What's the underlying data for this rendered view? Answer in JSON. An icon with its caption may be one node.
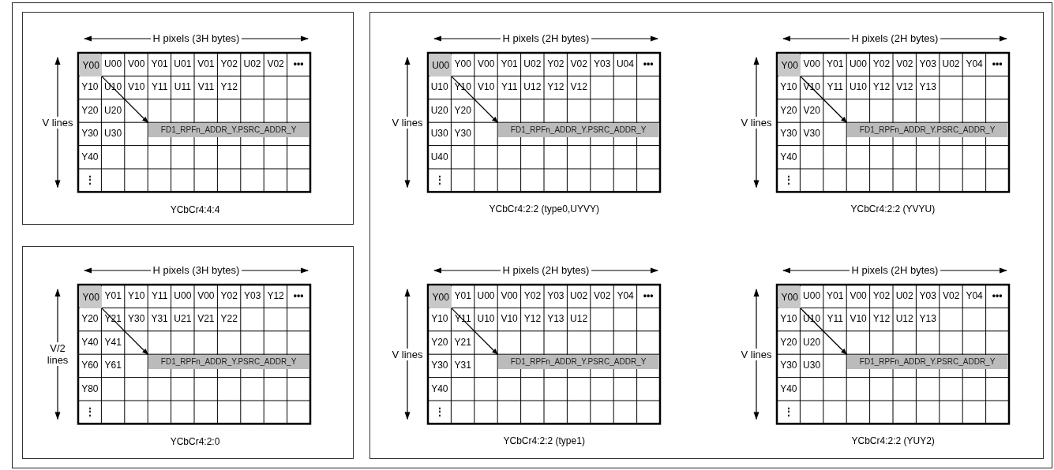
{
  "diagram": {
    "nodes": [
      {
        "text": [
          "YCbCr4:4:4"
        ]
      },
      {
        "text": [
          "Y00"
        ],
        "in": 0
      },
      {
        "text": [
          "FD1_RPFn_ADDR_Y.PSRC_ADDR_Y"
        ],
        "in": 0
      },
      {
        "text": [
          "YCbCr4:2:0"
        ]
      },
      {
        "text": [
          "Y00"
        ],
        "in": 3
      },
      {
        "text": [
          "FD1_RPFn_ADDR_Y.PSRC_ADDR_Y"
        ],
        "in": 3
      },
      {
        "text": [],
        "shape": "box"
      },
      {
        "text": [
          "U00"
        ],
        "in": 6
      },
      {
        "text": [
          "FD1_RPFn_ADDR_Y.PSRC_ADDR_Y"
        ],
        "in": 6
      },
      {
        "text": [
          "Y00"
        ],
        "in": 6
      },
      {
        "text": [
          "FD1_RPFn_ADDR_Y.PSRC_ADDR_Y"
        ],
        "in": 6
      },
      {
        "text": [
          "Y00"
        ],
        "in": 6
      },
      {
        "text": [
          "FD1_RPFn_ADDR_Y.PSRC_ADDR_Y"
        ],
        "in": 6
      },
      {
        "text": [
          "Y00"
        ],
        "in": 6
      },
      {
        "text": [
          "FD1_RPFn_ADDR_Y.PSRC_ADDR_Y"
        ],
        "in": 6
      }
    ],
    "edges": [
      {
        "from": 1,
        "to": 2,
        "arrow": "to"
      },
      {
        "from": 4,
        "to": 5,
        "arrow": "to"
      },
      {
        "from": 7,
        "to": 8,
        "arrow": "to"
      },
      {
        "from": 9,
        "to": 10,
        "arrow": "to"
      },
      {
        "from": 11,
        "to": 12,
        "arrow": "to"
      },
      {
        "from": 13,
        "to": 14,
        "arrow": "to"
      }
    ],
    "labels": [
      "H pixels (3H bytes)",
      "V lines",
      "U00",
      "V00",
      "Y01",
      "U01",
      "V01",
      "Y02",
      "U02",
      "V02",
      "•••",
      "Y10",
      "U10",
      "V10",
      "Y11",
      "U11",
      "V11",
      "Y12",
      "Y20",
      "U20",
      "Y30",
      "U30",
      "Y40",
      "⋮",
      "H pixels (3H bytes)",
      "V/2 lines",
      "Y01",
      "Y10",
      "Y11",
      "U00",
      "V00",
      "Y02",
      "Y03",
      "Y12",
      "•••",
      "Y20",
      "Y21",
      "Y30",
      "Y31",
      "U21",
      "V21",
      "Y22",
      "Y40",
      "Y41",
      "Y60",
      "Y61",
      "Y80",
      "⋮",
      "H pixels (2H bytes)",
      "V lines",
      "Y00",
      "V00",
      "Y01",
      "U02",
      "Y02",
      "V02",
      "Y03",
      "U04",
      "•••",
      "U10",
      "Y10",
      "V10",
      "Y11",
      "U12",
      "Y12",
      "V12",
      "U20",
      "Y20",
      "U30",
      "Y30",
      "U40",
      "⋮",
      "YCbCr4:2:2 (type0,UYVY)",
      "H pixels (2H bytes)",
      "V lines",
      "V00",
      "Y01",
      "U00",
      "Y02",
      "V02",
      "Y03",
      "U02",
      "Y04",
      "•••",
      "Y10",
      "V10",
      "Y11",
      "U10",
      "Y12",
      "V12",
      "Y13",
      "Y20",
      "V20",
      "Y30",
      "V30",
      "Y40",
      "⋮",
      "YCbCr4:2:2 (YVYU)",
      "H pixels (2H bytes)",
      "V lines",
      "Y01",
      "U00",
      "V00",
      "Y02",
      "Y03",
      "U02",
      "V02",
      "Y04",
      "•••",
      "Y10",
      "Y11",
      "U10",
      "V10",
      "Y12",
      "Y13",
      "U12",
      "Y20",
      "Y21",
      "Y30",
      "Y31",
      "Y40",
      "⋮",
      "YCbCr4:2:2 (type1)",
      "H pixels (2H bytes)",
      "V lines",
      "U00",
      "Y01",
      "V00",
      "Y02",
      "U02",
      "Y03",
      "V02",
      "Y04",
      "•••",
      "Y10",
      "U10",
      "Y11",
      "V10",
      "Y12",
      "U12",
      "Y13",
      "Y20",
      "U20",
      "Y30",
      "U30",
      "Y40",
      "⋮",
      "YCbCr4:2:2 (YUY2)"
    ]
  }
}
